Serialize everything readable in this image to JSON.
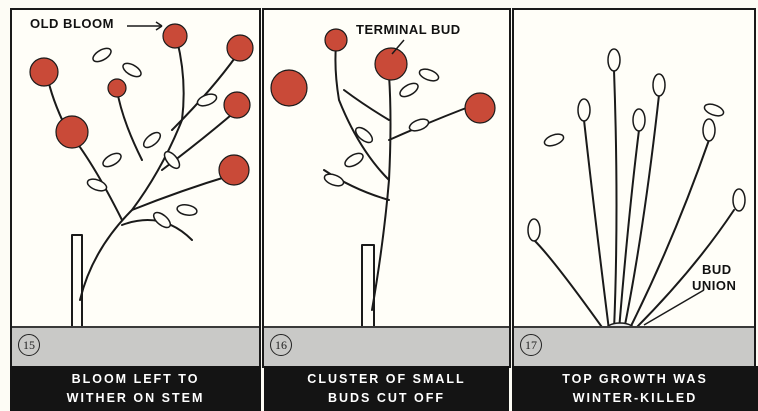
{
  "panels": [
    {
      "number": "15",
      "callout": "OLD BLOOM",
      "caption_line1": "BLOOM LEFT TO",
      "caption_line2": "WITHER ON STEM"
    },
    {
      "number": "16",
      "callout": "TERMINAL BUD",
      "caption_line1": "CLUSTER OF SMALL",
      "caption_line2": "BUDS CUT OFF"
    },
    {
      "number": "17",
      "callout_line1": "BUD",
      "callout_line2": "UNION",
      "caption_line1": "TOP GROWTH WAS",
      "caption_line2": "WINTER-KILLED"
    }
  ],
  "colors": {
    "bloom": "#c94a38",
    "ink": "#1a1a1a",
    "ground": "#c9c9c7",
    "caption_bg": "#141414"
  }
}
